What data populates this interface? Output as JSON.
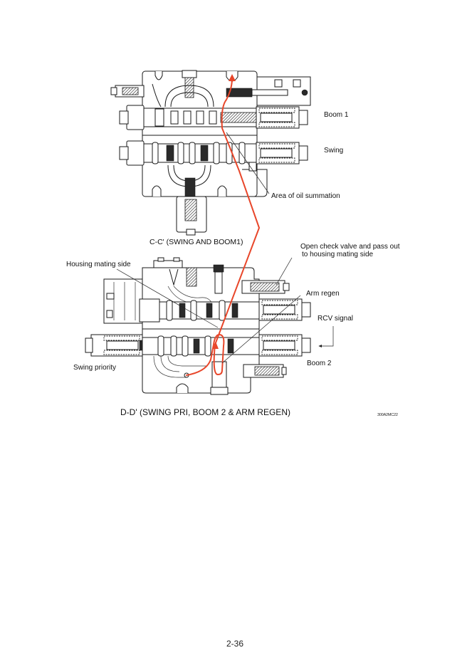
{
  "page": {
    "page_number": "2-36",
    "figure_code": "300A2MC22"
  },
  "top_section": {
    "caption": "C-C' (SWING AND BOOM1)",
    "labels": {
      "boom1": "Boom 1",
      "swing": "Swing",
      "oil_summation": "Area of oil summation"
    }
  },
  "bottom_section": {
    "caption": "D-D' (SWING  PRI, BOOM 2 & ARM REGEN)",
    "labels": {
      "check_valve_line1": "Open check valve and pass out",
      "check_valve_line2": "to housing mating side",
      "housing_mating_side": "Housing mating side",
      "arm_regen": "Arm regen",
      "rcv_signal": "RCV signal",
      "boom2": "Boom 2",
      "swing_priority": "Swing priority"
    }
  },
  "colors": {
    "flow_path": "#e8462a",
    "line": "#1a1a1a"
  }
}
